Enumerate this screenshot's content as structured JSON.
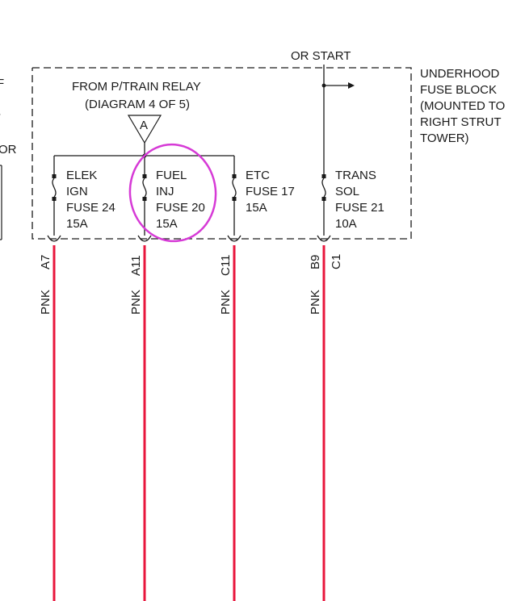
{
  "header": {
    "or_start": "OR START",
    "from_relay_line1": "FROM P/TRAIN RELAY",
    "from_relay_line2": "(DIAGRAM 4 OF 5)",
    "connector_letter": "A"
  },
  "fuse_block": {
    "line1": "UNDERHOOD",
    "line2": "FUSE BLOCK",
    "line3": "(MOUNTED TO",
    "line4": "RIGHT STRUT",
    "line5": "TOWER)"
  },
  "left_edge_fragments": {
    "frag1": "F",
    "frag2": "-",
    "frag3": "OR"
  },
  "fuses": [
    {
      "l1": "ELEK",
      "l2": "IGN",
      "l3": "FUSE 24",
      "l4": "15A",
      "pin": "A7",
      "wire": "PNK"
    },
    {
      "l1": "FUEL",
      "l2": "INJ",
      "l3": "FUSE 20",
      "l4": "15A",
      "pin": "A11",
      "wire": "PNK"
    },
    {
      "l1": "ETC",
      "l2": "FUSE 17",
      "l3": "15A",
      "l4": "",
      "pin": "C11",
      "wire": "PNK"
    },
    {
      "l1": "TRANS",
      "l2": "SOL",
      "l3": "FUSE 21",
      "l4": "10A",
      "pin": "B9",
      "pin2": "C1",
      "wire": "PNK"
    }
  ],
  "colors": {
    "wire": "#e8163c",
    "line": "#1a1a1a",
    "highlight": "#d63ad6"
  }
}
